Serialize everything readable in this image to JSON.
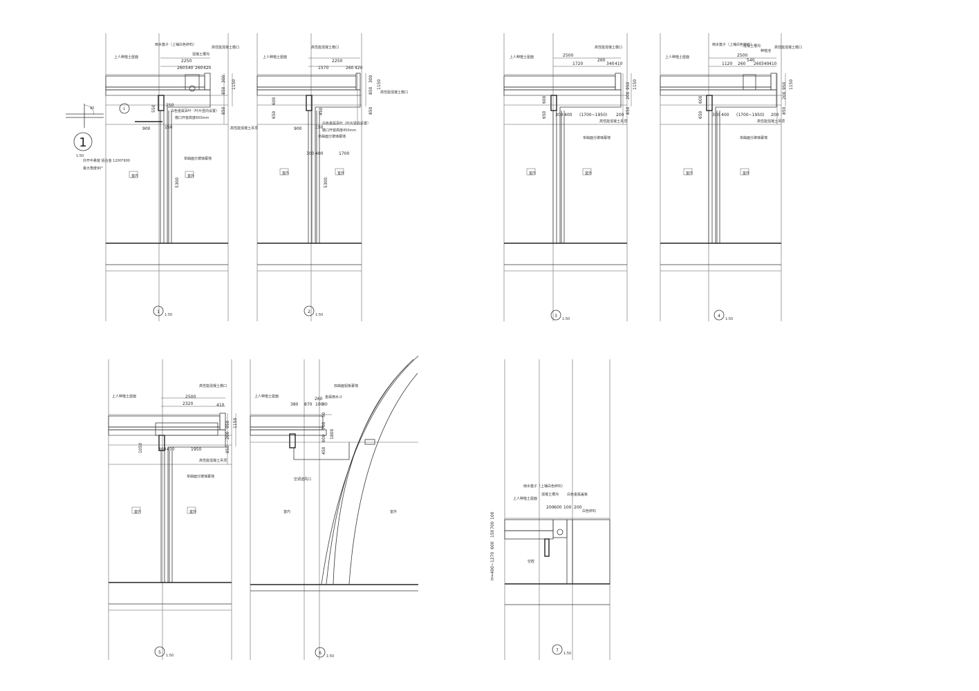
{
  "sheet": {
    "views": [
      {
        "number": "1",
        "scale": "1:50",
        "labels": {
          "drain_grate": "雨水篦子（上铺白色卵石）",
          "gutter": "混凝土槽沟",
          "eave": "高性能混凝土檐口",
          "roof": "上人种植土屋面",
          "louver": "白色金属百叶（叶片竖向设置）",
          "window_height": "檐口开窗高度650mm",
          "ceiling": "高性能混凝土吊顶",
          "curtain_wall": "单曲面分玻璃幕墙",
          "window": "外开中悬窗 铝合金 1200*900",
          "max_angle": "最大角度90°",
          "indoor": "室内",
          "outdoor": "室外",
          "detail_tag": "1",
          "angle": "90"
        },
        "dims": [
          "2250",
          "260",
          "540",
          "260",
          "420",
          "300",
          "850",
          "1150",
          "850",
          "900",
          "150",
          "250",
          "550",
          "5300"
        ]
      },
      {
        "number": "2",
        "scale": "1:50",
        "labels": {
          "roof": "上人种植土屋面",
          "eave": "高性能混凝土檐口",
          "eave_right": "高性能混凝土檐口",
          "louver": "白色金属百叶（叶片竖向设置）",
          "window_height": "檐口开窗高度450mm",
          "curtain_wall": "单曲面分玻璃幕墙",
          "indoor": "室内",
          "outdoor": "室外"
        },
        "dims": [
          "2250",
          "1570",
          "260",
          "420",
          "300",
          "850",
          "1150",
          "850",
          "600",
          "650",
          "900",
          "150",
          "450",
          "300",
          "400",
          "1700",
          "5300"
        ]
      },
      {
        "number": "3",
        "scale": "1:50",
        "labels": {
          "roof": "上人种植土屋面",
          "eave": "高性能混凝土檐口",
          "ceiling": "高性能混凝土吊顶",
          "curtain_wall": "单曲面分玻璃幕墙",
          "indoor": "室内",
          "outdoor": "室外"
        },
        "dims": [
          "2500",
          "1720",
          "260",
          "340",
          "410",
          "950",
          "1150",
          "200",
          "850",
          "600",
          "650",
          "300",
          "400",
          "(1700~1950)",
          "200"
        ]
      },
      {
        "number": "4",
        "scale": "1:50",
        "labels": {
          "drain_grate": "雨水篦子（上铺白色卵石）",
          "gutter": "混凝土槽沟",
          "planter": "种植池",
          "eave": "高性能混凝土檐口",
          "roof": "上人种植土屋面",
          "ceiling": "高性能混凝土吊顶",
          "curtain_wall": "单曲面分玻璃幕墙",
          "indoor": "室内",
          "outdoor": "室外"
        },
        "dims": [
          "2500",
          "540",
          "1120",
          "260",
          "260",
          "340",
          "410",
          "950",
          "1150",
          "200",
          "850",
          "600",
          "650",
          "300",
          "400",
          "(1700~1950)",
          "200"
        ]
      },
      {
        "number": "5",
        "scale": "1:50",
        "labels": {
          "eave": "高性能混凝土檐口",
          "roof": "上人种植土屋面",
          "ceiling": "高性能混凝土吊顶",
          "curtain_wall": "单曲面分玻璃幕墙",
          "indoor": "室内",
          "outdoor": "室外"
        },
        "dims": [
          "2500",
          "2320",
          "410",
          "950",
          "1150",
          "200",
          "850",
          "1050",
          "300",
          "400",
          "1950"
        ]
      },
      {
        "number": "6",
        "scale": "1:50",
        "labels": {
          "roof": "上人种植土屋面",
          "metal_wall": "双曲面铝板幕墙",
          "rain_outlet": "金属雨水斗",
          "ac_vent": "空调送风口",
          "indoor": "室内",
          "outdoor": "室外"
        },
        "dims": [
          "260",
          "380",
          "870",
          "100",
          "80",
          "50",
          "700",
          "600",
          "1800",
          "450"
        ]
      },
      {
        "number": "7",
        "scale": "1:50",
        "labels": {
          "drain_grate": "雨水篦子（上铺白色卵石）",
          "roof": "上人种植土屋面",
          "gutter": "混凝土槽沟",
          "cover": "白色金属盖板",
          "pebbles": "白色卵石",
          "cavity": "空腔"
        },
        "dims": [
          "200",
          "600",
          "100",
          "200",
          "100",
          "700",
          "150",
          "600",
          "H=400~1270"
        ]
      }
    ]
  }
}
